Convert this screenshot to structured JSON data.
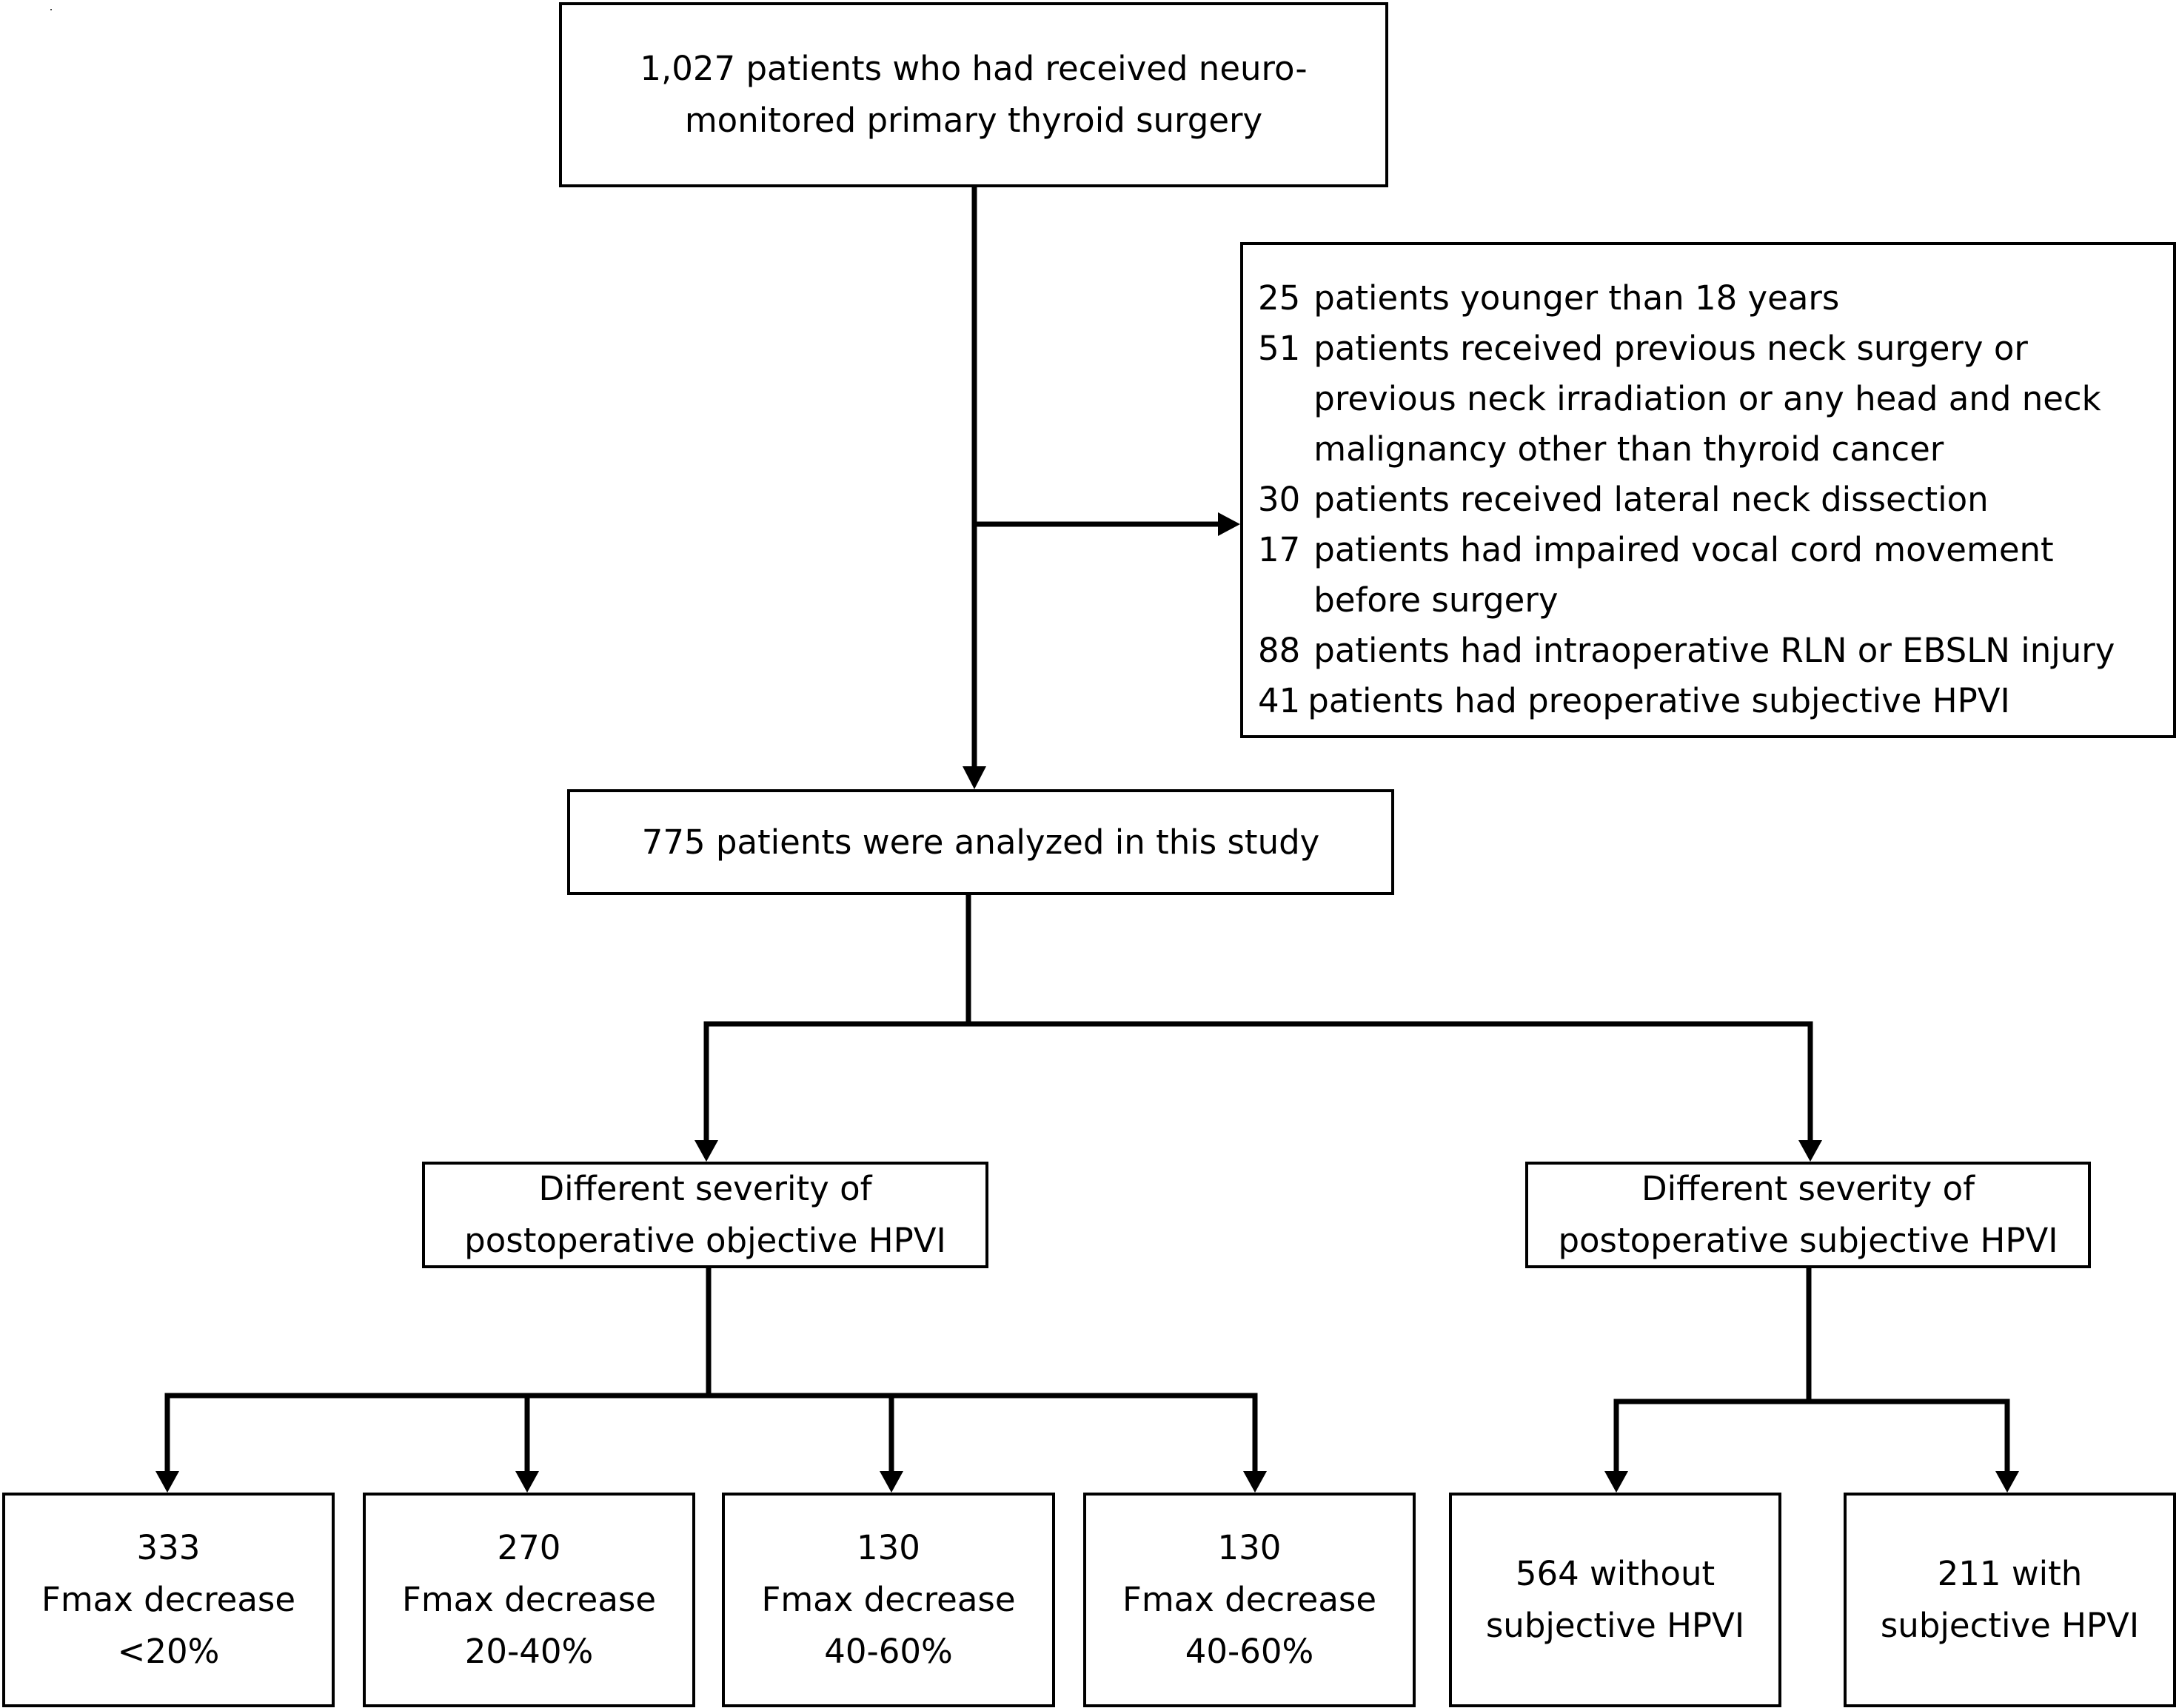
{
  "nodes": {
    "start": [
      "1,027 patients who had received neuro-",
      "monitored primary thyroid surgery"
    ],
    "analyzed": [
      "775 patients were analyzed in this study"
    ],
    "objective": [
      "Different severity of",
      "postoperative objective HPVI"
    ],
    "subjective": [
      "Different severity of",
      "postoperative subjective HPVI"
    ],
    "obj_groups": [
      [
        "333",
        "Fmax decrease",
        "<20%"
      ],
      [
        "270",
        "Fmax decrease",
        "20-40%"
      ],
      [
        "130",
        "Fmax decrease",
        "40-60%"
      ],
      [
        "130",
        "Fmax decrease",
        "40-60%"
      ]
    ],
    "subj_groups": [
      [
        "564 without",
        "subjective HPVI"
      ],
      [
        "211 with",
        "subjective HPVI"
      ]
    ]
  },
  "exclusions": [
    {
      "count": "25",
      "lines": [
        "patients younger than 18 years"
      ]
    },
    {
      "count": "51",
      "lines": [
        "patients received previous neck surgery or",
        "previous neck irradiation or any head and neck",
        "malignancy other than thyroid cancer"
      ]
    },
    {
      "count": "30",
      "lines": [
        "patients received lateral neck dissection"
      ]
    },
    {
      "count": "17",
      "lines": [
        "patients had impaired vocal cord movement",
        "before surgery"
      ]
    },
    {
      "count": "88",
      "lines": [
        "patients had intraoperative RLN or EBSLN injury"
      ]
    },
    {
      "count": "41",
      "lines": [
        "patients had preoperative subjective HPVI"
      ]
    }
  ],
  "colors": {
    "line": "#000000",
    "box_border": "#000000",
    "background": "#ffffff"
  }
}
